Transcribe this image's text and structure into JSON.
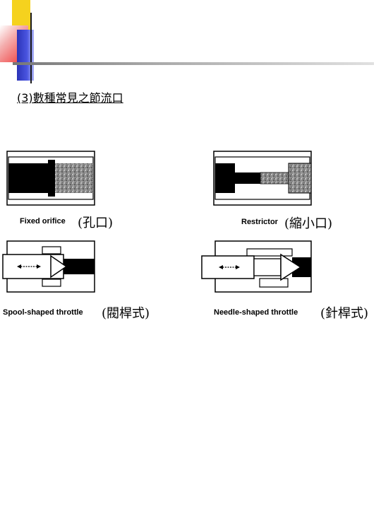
{
  "heading": "(3)數種常見之節流口",
  "figures": [
    {
      "label": "Fixed orifice",
      "chinese": "(孔口)"
    },
    {
      "label": "Restrictor",
      "chinese": "(縮小口)"
    },
    {
      "label": "Spool-shaped throttle",
      "chinese": "(閥桿式)"
    },
    {
      "label": "Needle-shaped throttle",
      "chinese": "(針桿式)"
    }
  ],
  "colors": {
    "accent_yellow": "#f5d21e",
    "accent_red": "#ef3333",
    "accent_blue": "#2b33b8"
  }
}
